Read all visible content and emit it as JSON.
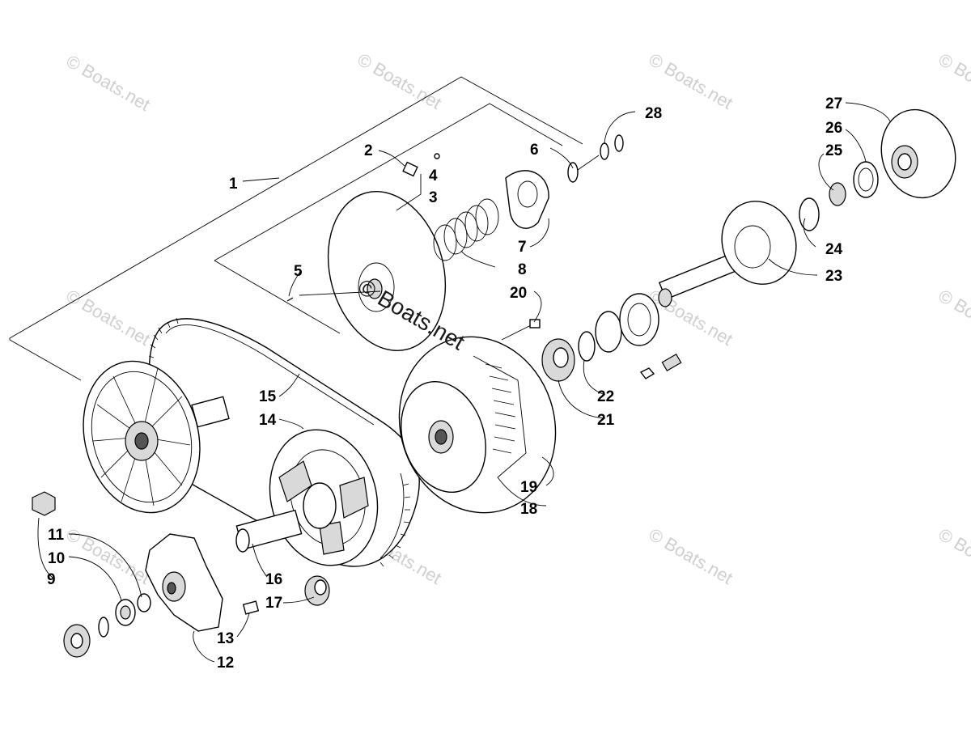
{
  "watermark": {
    "text": "© Boats.net",
    "center_text": "© Boats.net"
  },
  "callouts": [
    "1",
    "2",
    "3",
    "4",
    "5",
    "6",
    "7",
    "8",
    "9",
    "10",
    "11",
    "12",
    "13",
    "14",
    "15",
    "16",
    "17",
    "18",
    "19",
    "20",
    "21",
    "22",
    "23",
    "24",
    "25",
    "26",
    "27",
    "28"
  ]
}
